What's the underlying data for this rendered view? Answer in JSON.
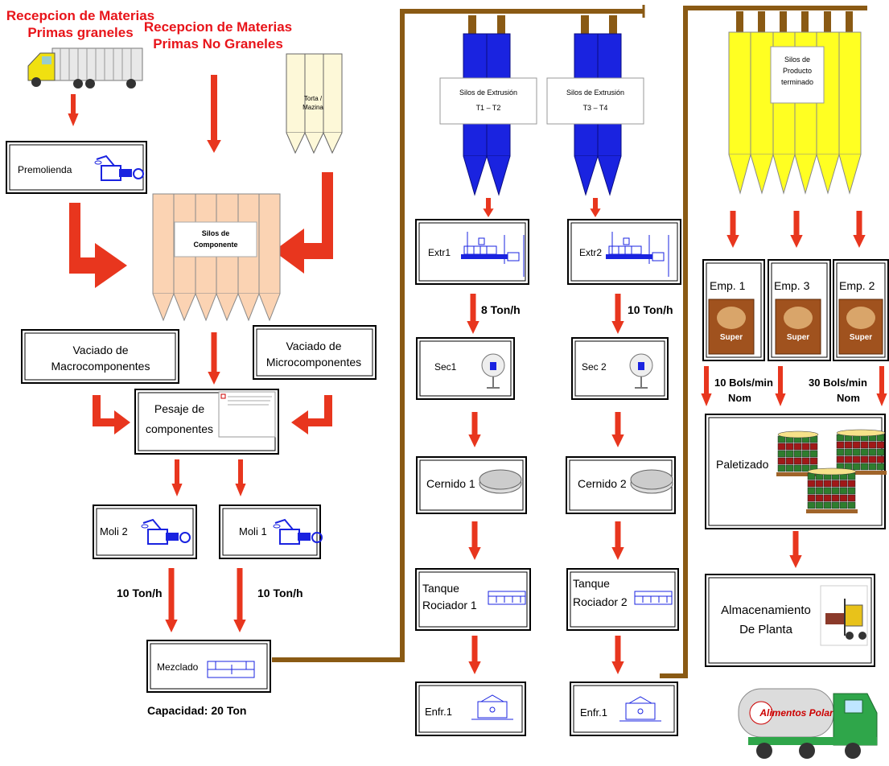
{
  "headers": {
    "granel_line1": "Recepcion de Materias",
    "granel_line2": "Primas graneles",
    "nogranel_line1": "Recepcion de Materias",
    "nogranel_line2": "Primas No Graneles"
  },
  "silos": {
    "torta_line1": "Torta /",
    "torta_line2": "Mazina",
    "componente_line1": "Silos de",
    "componente_line2": "Componente",
    "extrusion1_line1": "Silos de Extrusión",
    "extrusion1_line2": "T1 – T2",
    "extrusion2_line1": "Silos de Extrusión",
    "extrusion2_line2": "T3 – T4",
    "producto_line1": "Silos de",
    "producto_line2": "Producto",
    "producto_line3": "terminado"
  },
  "boxes": {
    "premolienda": "Premolienda",
    "vaciado_macro_line1": "Vaciado de",
    "vaciado_macro_line2": "Macrocomponentes",
    "vaciado_micro_line1": "Vaciado de",
    "vaciado_micro_line2": "Microcomponentes",
    "pesaje_line1": "Pesaje de",
    "pesaje_line2": "componentes",
    "moli2": "Moli 2",
    "moli1": "Moli 1",
    "mezclado": "Mezclado",
    "extr1": "Extr1",
    "extr2": "Extr2",
    "sec1": "Sec1",
    "sec2": "Sec 2",
    "cernido1": "Cernido 1",
    "cernido2": "Cernido 2",
    "tanque1_line1": "Tanque",
    "tanque1_line2": "Rociador 1",
    "tanque2_line1": "Tanque",
    "tanque2_line2": "Rociador 2",
    "enfr1a": "Enfr.1",
    "enfr1b": "Enfr.1",
    "emp1": "Emp. 1",
    "emp3": "Emp. 3",
    "emp2": "Emp. 2",
    "paletizado": "Paletizado",
    "almacen_line1": "Almacenamiento",
    "almacen_line2": "De Planta"
  },
  "rates": {
    "moli2": "10 Ton/h",
    "moli1": "10 Ton/h",
    "extr1": "8 Ton/h",
    "extr2": "10 Ton/h",
    "emp_left_line1": "10 Bols/min",
    "emp_left_line2": "Nom",
    "emp_right_line1": "30 Bols/min",
    "emp_right_line2": "Nom"
  },
  "capacity": "Capacidad: 20 Ton",
  "truck_brand": "Alimentos Polar",
  "product_label": "Super",
  "colors": {
    "arrow": "#e8361e",
    "header_red": "#e8141a",
    "pipe": "#8a5a14",
    "silo_blue": "#1a23e0",
    "silo_yellow": "#ffff22",
    "silo_orange": "#fbd3b3",
    "silo_cream": "#fdf8d8"
  }
}
